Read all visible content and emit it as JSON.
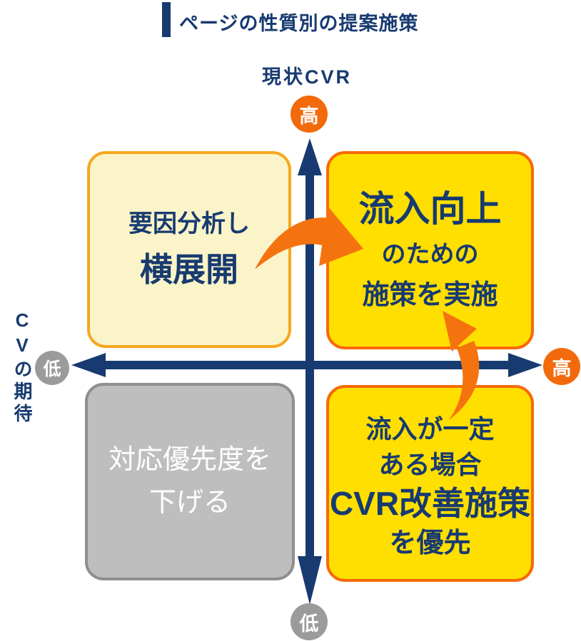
{
  "title": "ページの性質別の提案施策",
  "axes": {
    "vertical_top_label": "現状CVR",
    "horizontal_left_label": "CVの期待",
    "markers": {
      "top": "高",
      "bottom": "低",
      "left": "低",
      "right": "高"
    }
  },
  "quadrants": {
    "top_left": {
      "lines": [
        "要因分析し",
        "横展開"
      ]
    },
    "top_right": {
      "lines": [
        "流入向上",
        "のための",
        "施策を実施"
      ]
    },
    "bottom_left": {
      "lines": [
        "対応優先度を",
        "下げる"
      ]
    },
    "bottom_right": {
      "lines": [
        "流入が一定",
        "ある場合",
        "CVR改善施策",
        "を優先"
      ]
    }
  },
  "colors": {
    "navy": "#173A70",
    "orange": "#F26A0C",
    "orange-arrow": "#F5730F",
    "border-strong": "#F86A07",
    "border-soft": "#F6A71F",
    "yellow-bright": "#FFDF00",
    "yellow-pale": "#FBF4C8",
    "gray-box": "#BFBEBE",
    "gray-border": "#8F8F8F",
    "gray-circle": "#9B9B9B",
    "text-white": "#FFFFFF"
  }
}
